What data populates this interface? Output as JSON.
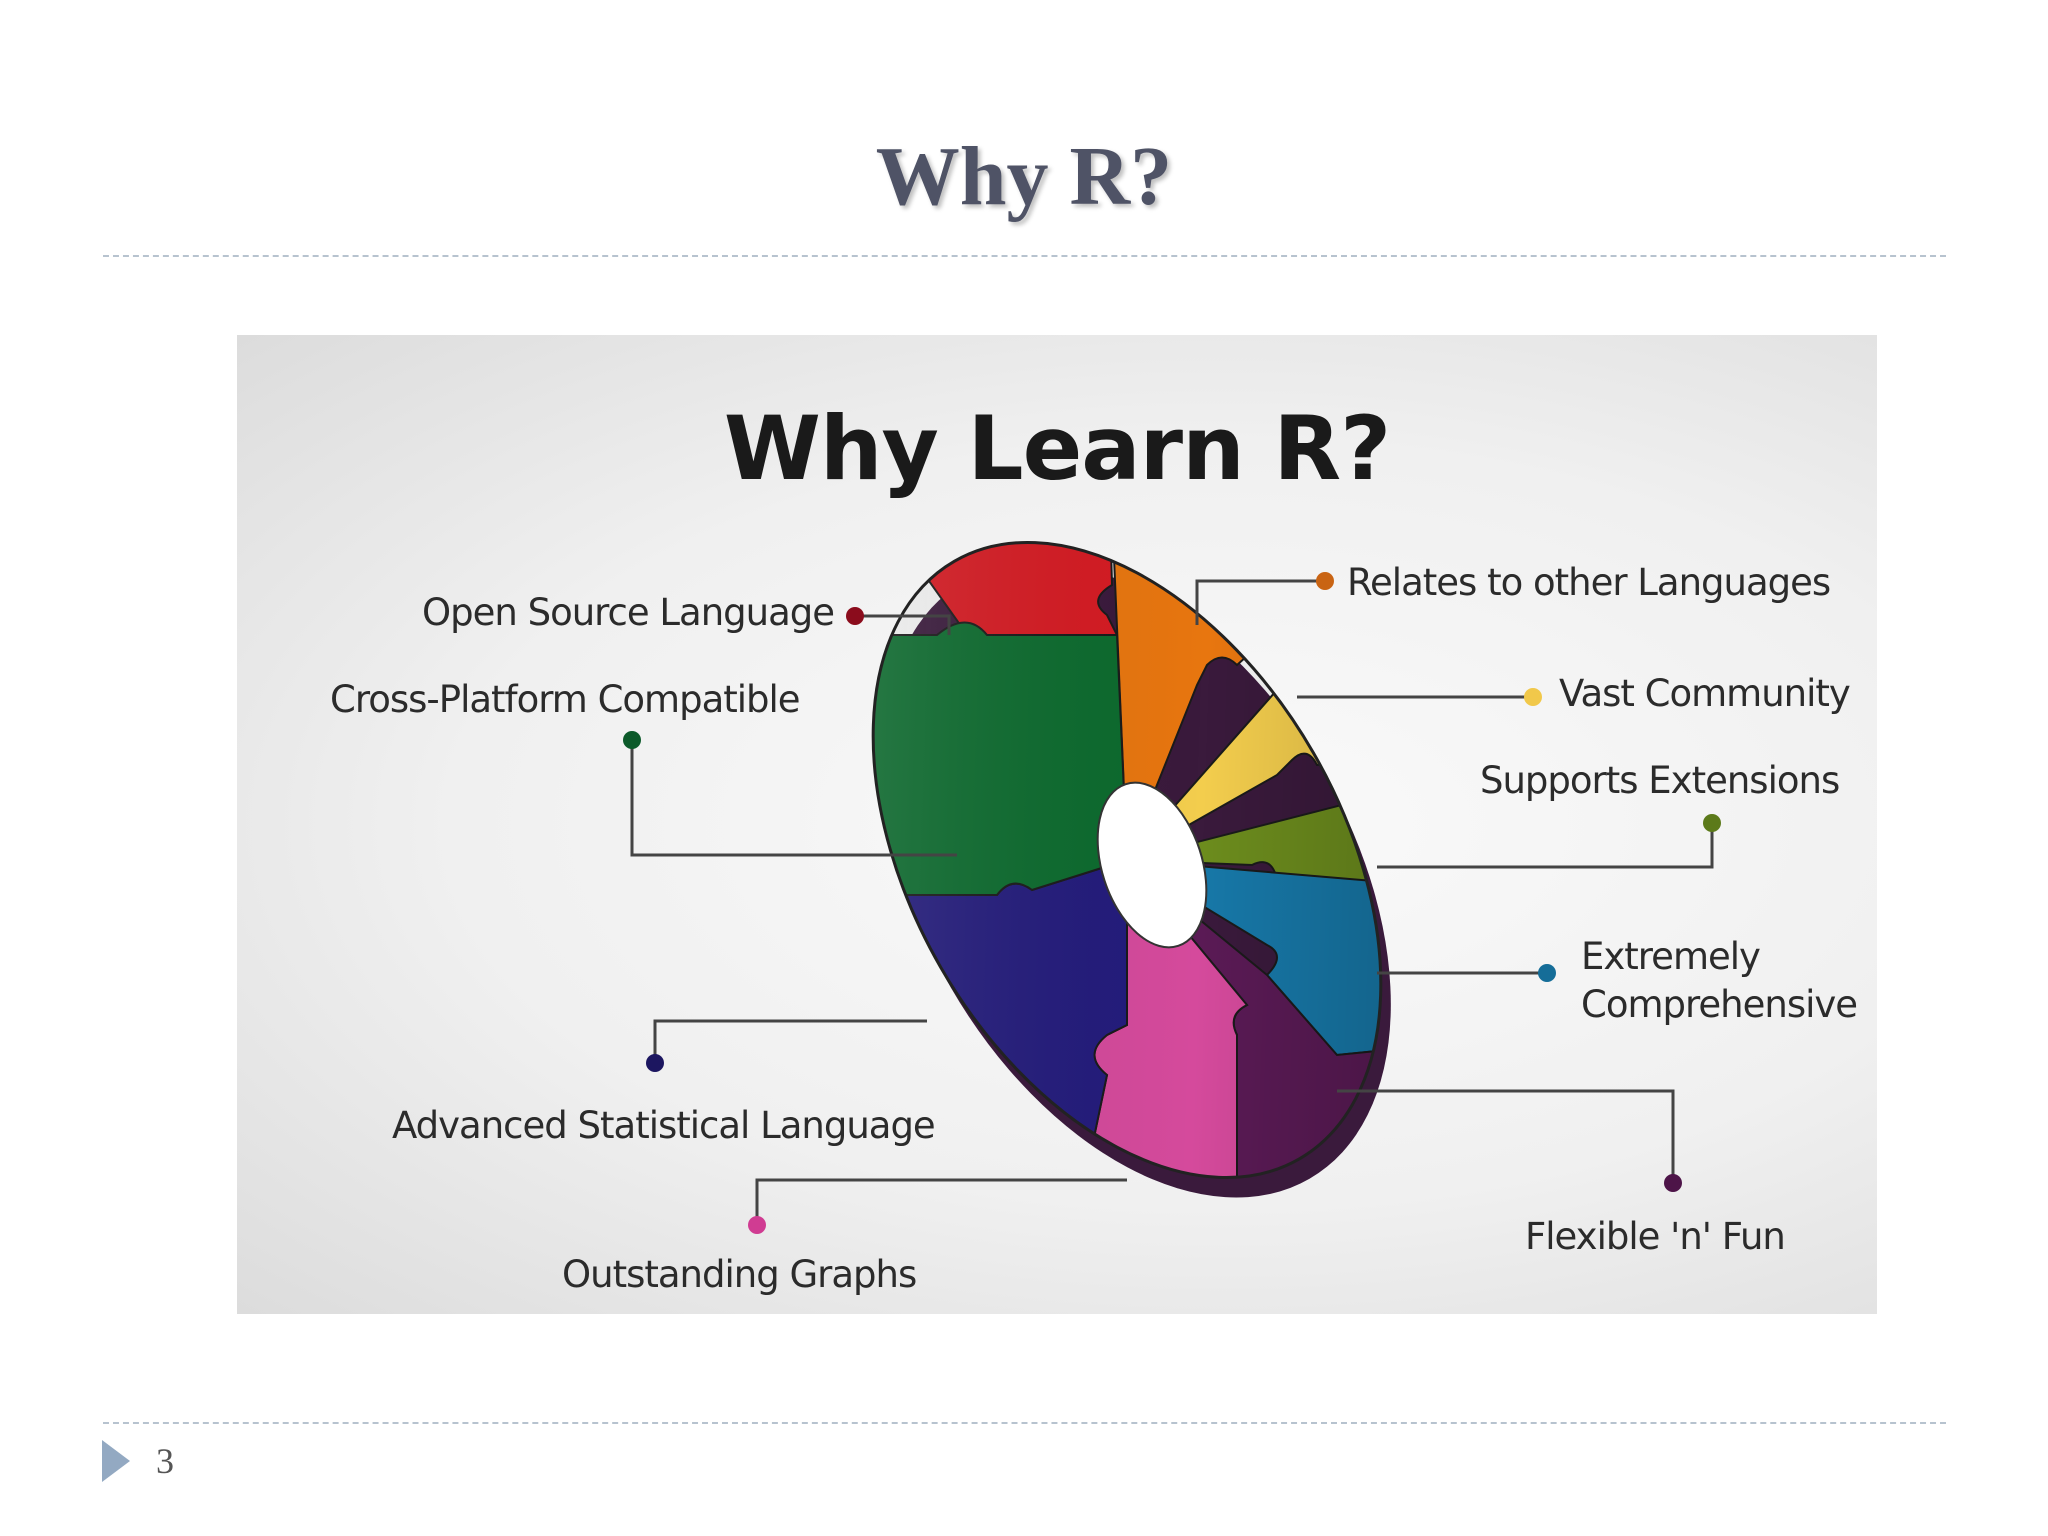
{
  "slide": {
    "title": "Why R?",
    "page_number": "3"
  },
  "figure": {
    "title": "Why Learn R?",
    "labels": {
      "open_source": "Open Source Language",
      "cross_platform": "Cross-Platform Compatible",
      "advanced_statistical": "Advanced Statistical Language",
      "outstanding_graphs": "Outstanding Graphs",
      "relates_languages": "Relates to other Languages",
      "vast_community": "Vast Community",
      "supports_extensions": "Supports Extensions",
      "extremely_comprehensive_1": "Extremely",
      "extremely_comprehensive_2": "Comprehensive",
      "flexible_fun": "Flexible 'n' Fun"
    },
    "colors": {
      "red": "#d61a22",
      "orange": "#e8760f",
      "yellow": "#f3cd4d",
      "olive": "#6c8c1d",
      "teal": "#1778a8",
      "plum": "#5a1a55",
      "pink": "#d54a9c",
      "navy": "#231b7c",
      "green": "#0c6b2e"
    }
  }
}
